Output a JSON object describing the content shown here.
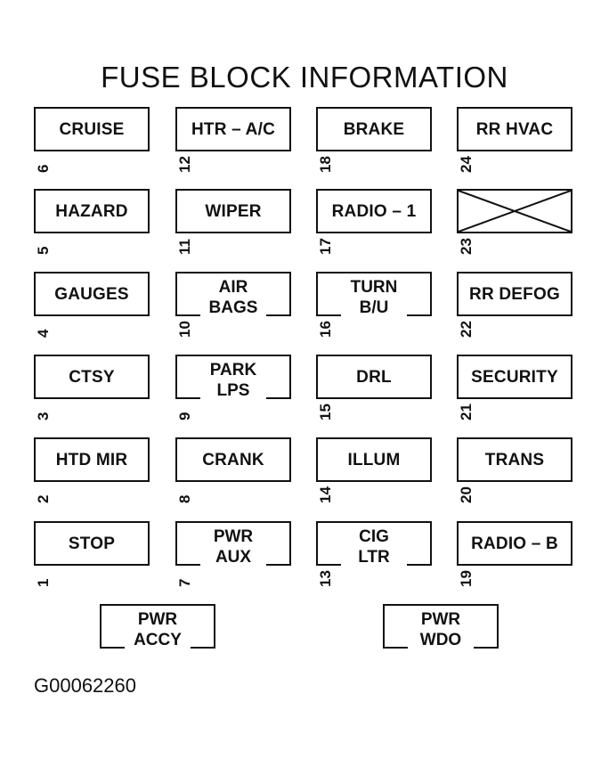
{
  "title": "FUSE BLOCK INFORMATION",
  "figure_code": "G00062260",
  "fuses": [
    {
      "number": "6",
      "label": [
        "CRUISE"
      ]
    },
    {
      "number": "12",
      "label": [
        "HTR – A/C"
      ]
    },
    {
      "number": "18",
      "label": [
        "BRAKE"
      ]
    },
    {
      "number": "24",
      "label": [
        "RR HVAC"
      ]
    },
    {
      "number": "5",
      "label": [
        "HAZARD"
      ]
    },
    {
      "number": "11",
      "label": [
        "WIPER"
      ]
    },
    {
      "number": "17",
      "label": [
        "RADIO – 1"
      ]
    },
    {
      "number": "23",
      "label": [],
      "unused": true
    },
    {
      "number": "4",
      "label": [
        "GAUGES"
      ]
    },
    {
      "number": "10",
      "label": [
        "AIR",
        "BAGS"
      ]
    },
    {
      "number": "16",
      "label": [
        "TURN",
        "B/U"
      ]
    },
    {
      "number": "22",
      "label": [
        "RR DEFOG"
      ]
    },
    {
      "number": "3",
      "label": [
        "CTSY"
      ]
    },
    {
      "number": "9",
      "label": [
        "PARK",
        "LPS"
      ]
    },
    {
      "number": "15",
      "label": [
        "DRL"
      ]
    },
    {
      "number": "21",
      "label": [
        "SECURITY"
      ]
    },
    {
      "number": "2",
      "label": [
        "HTD MIR"
      ]
    },
    {
      "number": "8",
      "label": [
        "CRANK"
      ]
    },
    {
      "number": "14",
      "label": [
        "ILLUM"
      ]
    },
    {
      "number": "20",
      "label": [
        "TRANS"
      ]
    },
    {
      "number": "1",
      "label": [
        "STOP"
      ]
    },
    {
      "number": "7",
      "label": [
        "PWR",
        "AUX"
      ]
    },
    {
      "number": "13",
      "label": [
        "CIG",
        "LTR"
      ]
    },
    {
      "number": "19",
      "label": [
        "RADIO – B"
      ]
    }
  ],
  "breakers": [
    {
      "label": [
        "PWR",
        "ACCY"
      ]
    },
    {
      "label": [
        "PWR",
        "WDO"
      ]
    }
  ]
}
